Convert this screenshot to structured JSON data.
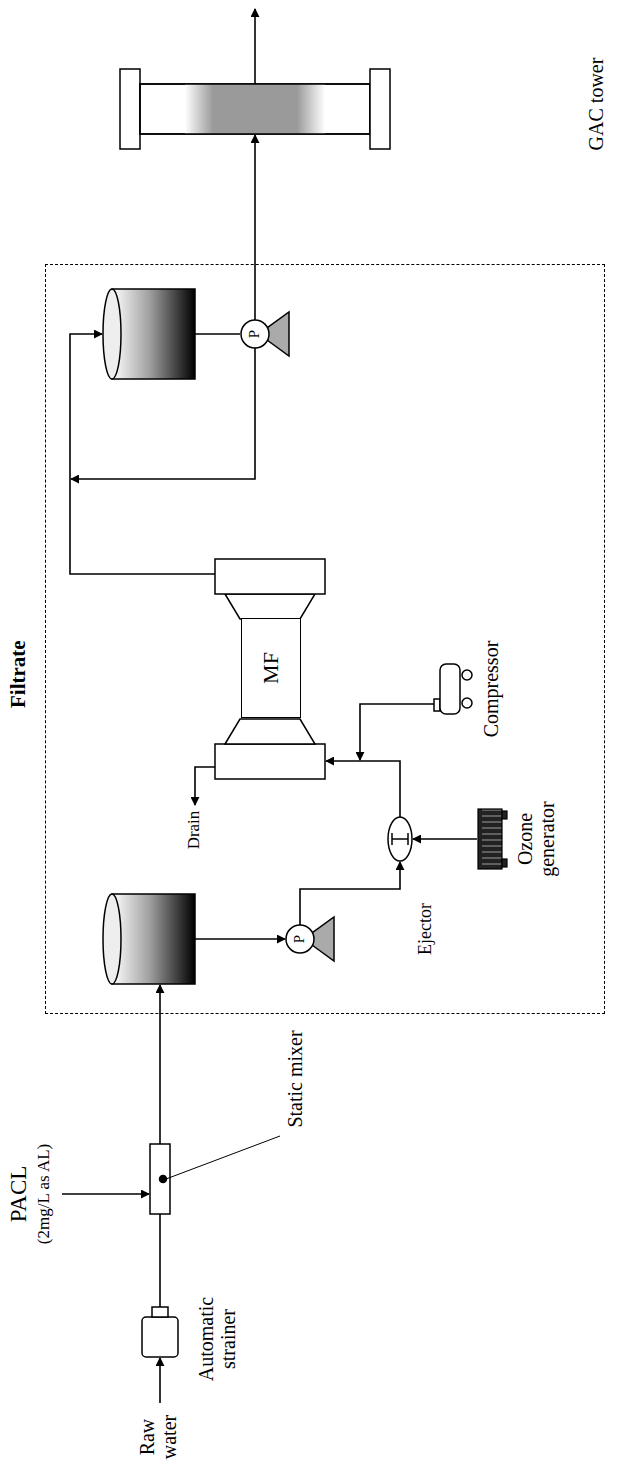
{
  "diagram": {
    "nodes": [
      {
        "text": [
          "Filtrate"
        ]
      },
      {
        "text": [
          "MF"
        ],
        "in": 0
      }
    ],
    "labels": [
      "Raw water",
      "Automatic strainer",
      "PACL",
      "(2mg/L as AL)",
      "Static mixer",
      "Drain",
      "Ejector",
      "Ozone generator",
      "Compressor",
      "GAC tower",
      "P",
      "P"
    ]
  }
}
